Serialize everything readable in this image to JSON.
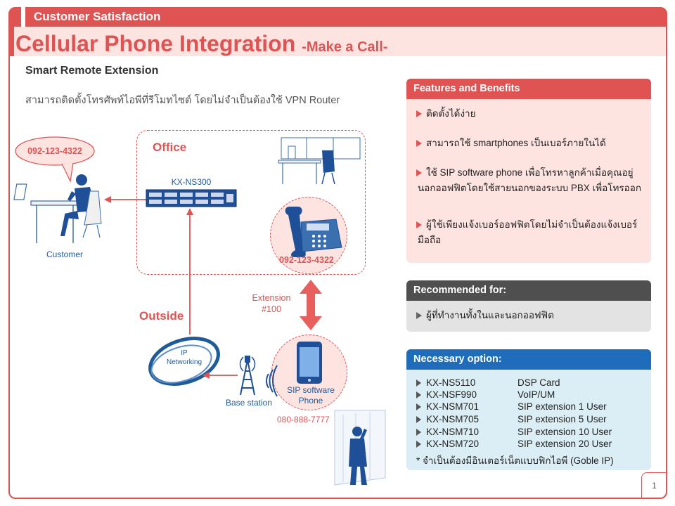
{
  "header": {
    "section_label": "Customer Satisfaction",
    "title": "Cellular Phone Integration",
    "title_suffix": "-Make a Call-",
    "subtitle": "Smart Remote Extension",
    "description": "สามารถติดตั้งโทรศัพท์ไอพีที่รีโมทไซต์ โดยไม่จำเป็นต้องใช้ VPN Router"
  },
  "diagram": {
    "customer_number": "092-123-4322",
    "customer_label": "Customer",
    "office_label": "Office",
    "pbx_label": "KX-NS300",
    "desk_phone_number": "092-123-4322",
    "outside_label": "Outside",
    "extension_label": "Extension",
    "extension_number": "#100",
    "ip_network_line1": "IP",
    "ip_network_line2": "Networking",
    "base_station_label": "Base station",
    "sip_phone_line1": "SIP software",
    "sip_phone_line2": "Phone",
    "sip_phone_number": "080-888-7777"
  },
  "features": {
    "heading": "Features  and  Benefits",
    "items": [
      "ติดตั้งได้ง่าย",
      "สามารถใช้ smartphones เป็นเบอร์ภายในได้",
      "ใช้ SIP software phone เพื่อโทรหาลูกค้าเมื่อคุณอยู่นอกออฟฟิตโดยใช้สายนอกของระบบ PBX เพื่อโทรออก",
      "ผู้ใช้เพียงแจ้งเบอร์ออฟฟิตโดยไม่จำเป็นต้องแจ้งเบอร์มือถือ"
    ]
  },
  "recommended": {
    "heading": "Recommended  for:",
    "items": [
      "ผู้ที่ทำงานทั้งในและนอกออฟฟิต"
    ]
  },
  "necessary": {
    "heading": "Necessary  option:",
    "options": [
      {
        "code": "KX-NS5110",
        "desc": "DSP Card"
      },
      {
        "code": "KX-NSF990",
        "desc": "VoIP/UM"
      },
      {
        "code": "KX-NSM701",
        "desc": "SIP extension 1 User"
      },
      {
        "code": "KX-NSM705",
        "desc": "SIP extension 5 User"
      },
      {
        "code": "KX-NSM710",
        "desc": "SIP extension 10 User"
      },
      {
        "code": "KX-NSM720",
        "desc": "SIP extension 20 User"
      }
    ],
    "note": "* จำเป็นต้องมีอินเตอร์เน็ตแบบฟิกไอพี (Goble IP)"
  },
  "page_number": "1",
  "colors": {
    "accent_red": "#e05353",
    "light_pink": "#fde4e1",
    "dark_grey": "#4f4f4f",
    "blue": "#1f6cba",
    "navy": "#1f5b9a"
  },
  "icons": [
    "customer-at-desk-icon",
    "pbx-unit-icon",
    "office-desk-icon",
    "desk-phone-icon",
    "ip-network-ring-icon",
    "base-station-tower-icon",
    "signal-waves-icon",
    "smartphone-icon",
    "businessman-on-phone-icon"
  ]
}
